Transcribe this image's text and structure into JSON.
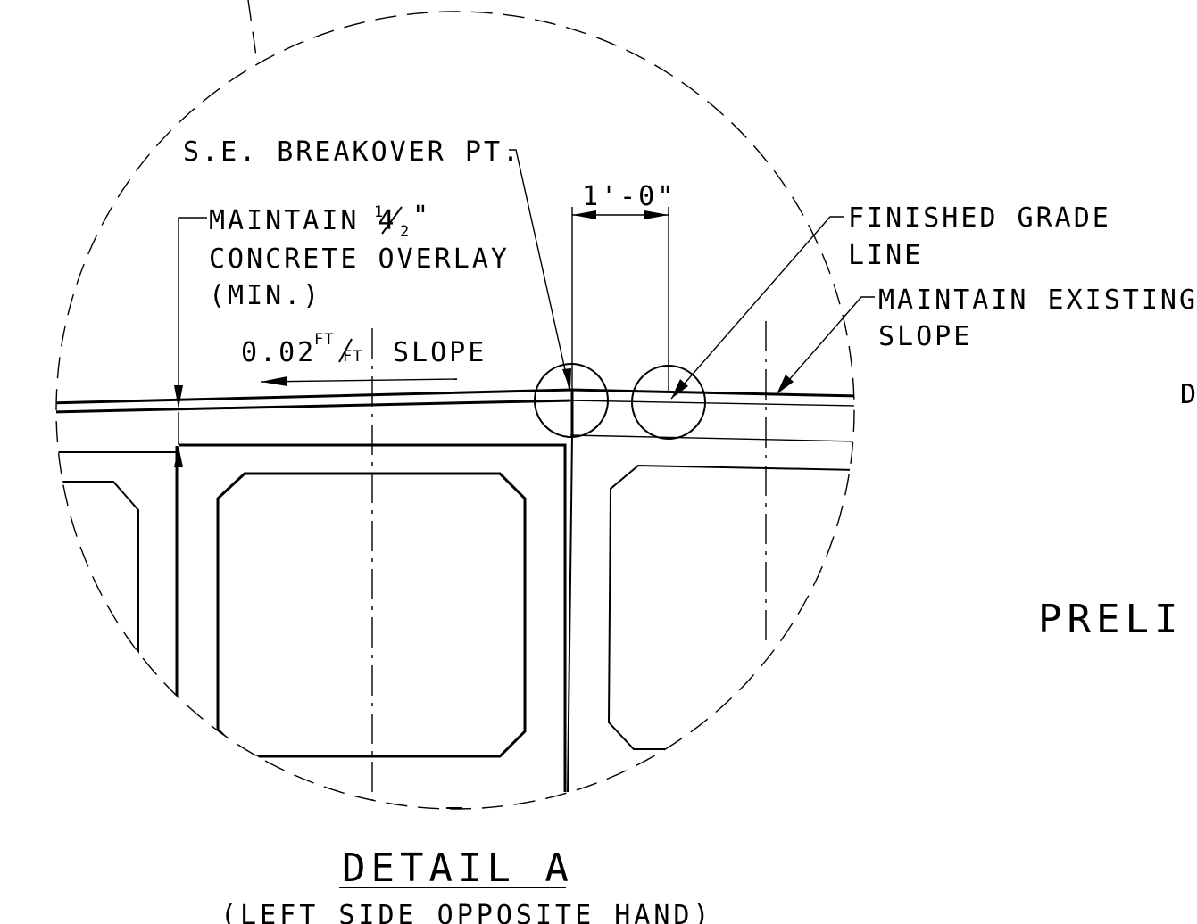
{
  "labels": {
    "breakover": "S.E. BREAKOVER PT.",
    "dimension": "1'-0\"",
    "finished_grade_1": "FINISHED GRADE",
    "finished_grade_2": "LINE",
    "maintain_slope_1": "MAINTAIN EXISTING",
    "maintain_slope_2": "SLOPE",
    "overlay_1": "MAINTAIN 4",
    "overlay_frac_num": "1",
    "overlay_frac_den": "2",
    "overlay_inch": "\"",
    "overlay_2": "CONCRETE OVERLAY",
    "overlay_3": "(MIN.)",
    "slope_value": "0.02",
    "slope_unit_num": "FT",
    "slope_unit_den": "FT",
    "slope_word": "SLOPE",
    "partial_right_1": "D",
    "partial_right_2": "PRELI"
  },
  "title": {
    "main": "DETAIL A",
    "sub": "(LEFT SIDE OPPOSITE HAND)"
  }
}
